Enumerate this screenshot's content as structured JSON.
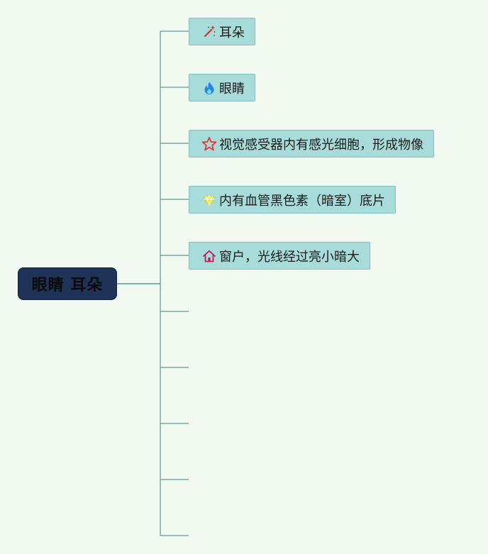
{
  "root": {
    "label": "眼睛 耳朵"
  },
  "topics": [
    {
      "label": "耳朵",
      "icon": "magic-wand-icon",
      "icon_color": "#c0392b"
    },
    {
      "label": "眼睛",
      "icon": "fire-icon",
      "icon_color": "#1e88e5"
    },
    {
      "label": "视觉感受器内有感光细胞，形成物像",
      "icon": "star-icon",
      "icon_color": "#e53935"
    },
    {
      "label": "内有血管黑色素（暗室）底片",
      "icon": "diamond-icon",
      "icon_color": "#e8e838"
    },
    {
      "label": "窗户，光线经过亮小暗大",
      "icon": "home-icon",
      "icon_color": "#c2185b"
    }
  ],
  "empty_branch_count": 5,
  "colors": {
    "background": "#f1f9f0",
    "root_fill": "#1f3358",
    "topic_fill": "#a7dcdb",
    "connector": "#5e9b97"
  }
}
